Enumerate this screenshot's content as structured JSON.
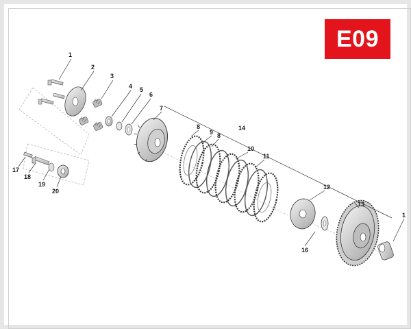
{
  "section_code": "E09",
  "colors": {
    "badge_bg": "#e3141b",
    "badge_text": "#ffffff",
    "line": "#333333",
    "part_fill": "#d9d9d9"
  },
  "callouts": {
    "c1": "1",
    "c2": "2",
    "c3": "3",
    "c4": "4",
    "c5": "5",
    "c6": "6",
    "c7": "7",
    "c8a": "8",
    "c9": "9",
    "c8b": "8",
    "c10": "10",
    "c11": "11",
    "c12": "12",
    "c13": "13",
    "c14": "14",
    "c1b": "1",
    "c16": "16",
    "c17": "17",
    "c18": "18",
    "c19": "19",
    "c20": "20"
  }
}
